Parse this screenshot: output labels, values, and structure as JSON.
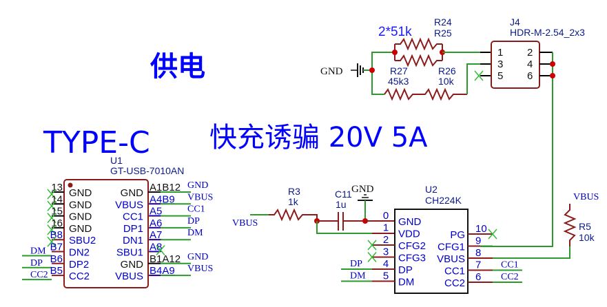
{
  "annotations": {
    "title_power": "供电",
    "title_typec": "TYPE-C",
    "title_fastcharge": "快充诱骗 20V 5A",
    "note_r24_r25": "2*51k"
  },
  "colors": {
    "wire": "#2a9a2a",
    "pin": "#8b1a1a",
    "annotation": "#0000ff",
    "junction": "#cc0000",
    "no_connect": "#33bb33"
  },
  "components": {
    "u1": {
      "ref": "U1",
      "value": "GT-USB-7010AN",
      "left_pins": [
        {
          "num": "13",
          "name": "GND",
          "net": ""
        },
        {
          "num": "14",
          "name": "GND",
          "net": ""
        },
        {
          "num": "15",
          "name": "GND",
          "net": ""
        },
        {
          "num": "16",
          "name": "GND",
          "net": ""
        },
        {
          "num": "B8",
          "name": "SBU2",
          "net": ""
        },
        {
          "num": "B7",
          "name": "DN2",
          "net": "DM"
        },
        {
          "num": "B6",
          "name": "DP2",
          "net": "DP"
        },
        {
          "num": "B5",
          "name": "CC2",
          "net": "CC2"
        }
      ],
      "right_pins": [
        {
          "num": "A1B12",
          "name": "GND",
          "net": "GND"
        },
        {
          "num": "A4B9",
          "name": "VBUS",
          "net": "VBUS"
        },
        {
          "num": "A5",
          "name": "CC1",
          "net": "CC1"
        },
        {
          "num": "A6",
          "name": "DP1",
          "net": "DP"
        },
        {
          "num": "A7",
          "name": "DN1",
          "net": "DM"
        },
        {
          "num": "A8",
          "name": "SBU1",
          "net": ""
        },
        {
          "num": "B1A12",
          "name": "GND",
          "net": "GND"
        },
        {
          "num": "B4A9",
          "name": "VBUS",
          "net": "VBUS"
        }
      ]
    },
    "u2": {
      "ref": "U2",
      "value": "CH224K",
      "left_pins": [
        {
          "num": "0",
          "name": "GND"
        },
        {
          "num": "1",
          "name": "VDD"
        },
        {
          "num": "2",
          "name": "CFG2"
        },
        {
          "num": "3",
          "name": "CFG3"
        },
        {
          "num": "4",
          "name": "DP",
          "net": "DP"
        },
        {
          "num": "5",
          "name": "DM",
          "net": "DM"
        }
      ],
      "right_pins": [
        {
          "num": "10",
          "name": "PG"
        },
        {
          "num": "9",
          "name": "CFG1"
        },
        {
          "num": "8",
          "name": "VBUS"
        },
        {
          "num": "7",
          "name": "CC1",
          "net": "CC1"
        },
        {
          "num": "6",
          "name": "CC2",
          "net": "CC2"
        }
      ]
    },
    "j4": {
      "ref": "J4",
      "value": "HDR-M-2.54_2x3",
      "pins": [
        "1",
        "2",
        "3",
        "4",
        "5",
        "6"
      ]
    },
    "r3": {
      "ref": "R3",
      "value": "1k"
    },
    "c11": {
      "ref": "C11",
      "value": "1u"
    },
    "r5": {
      "ref": "R5",
      "value": "10k"
    },
    "r24_r25": {
      "ref1": "R24",
      "ref2": "R25"
    },
    "r27": {
      "ref": "R27",
      "value": "45k3"
    },
    "r26": {
      "ref": "R26",
      "value": "10k"
    }
  },
  "nets": {
    "gnd": "GND",
    "vbus": "VBUS"
  }
}
